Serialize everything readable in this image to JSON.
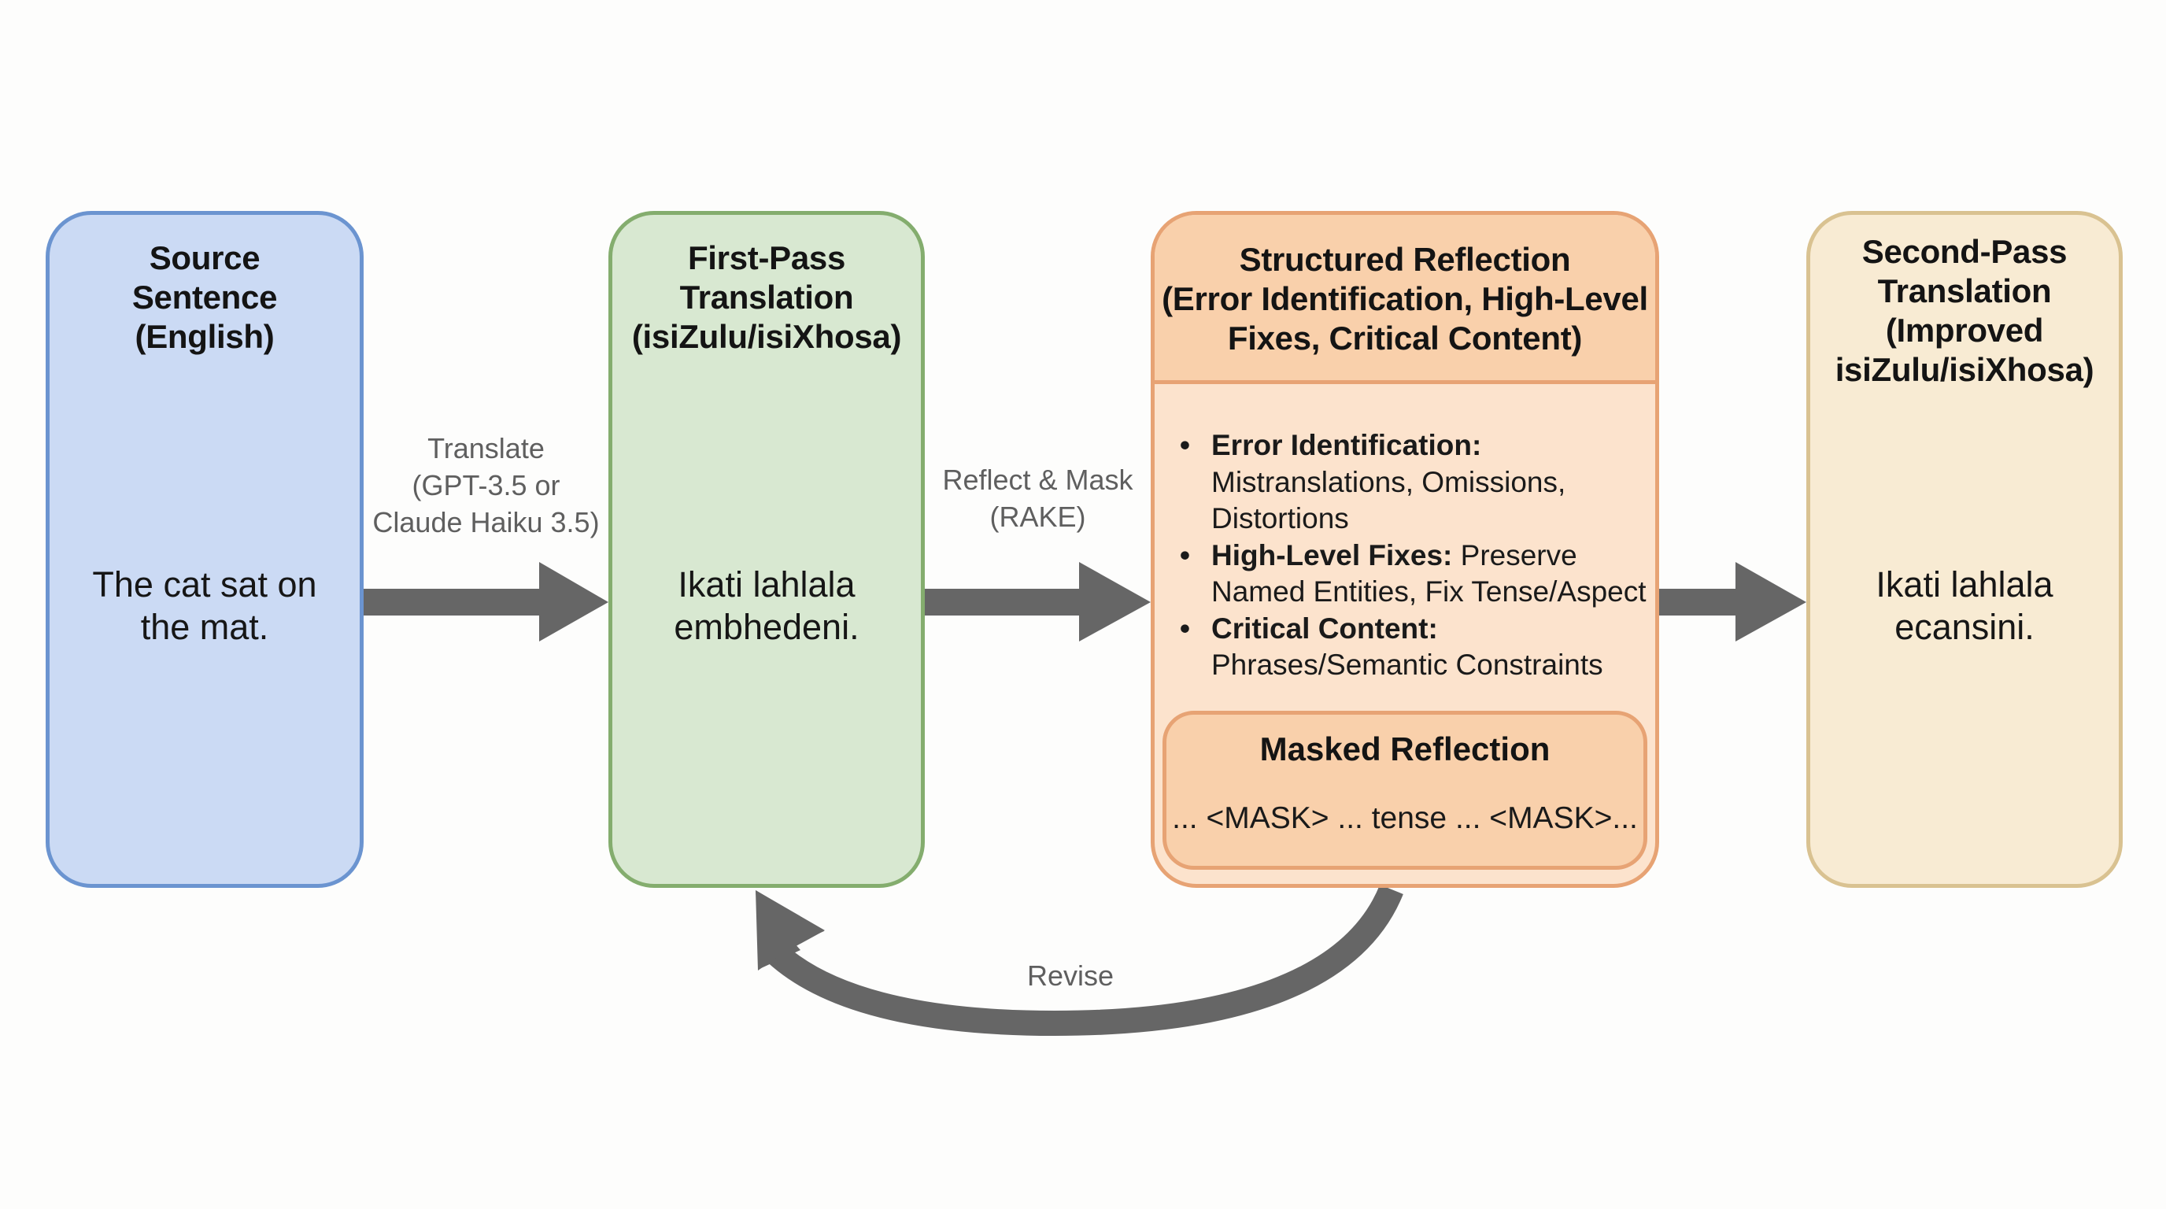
{
  "diagram": {
    "colors": {
      "source_fill": "#cbdaf4",
      "source_border": "#6b94d0",
      "first_pass_fill": "#d8e8d1",
      "first_pass_border": "#84ad6e",
      "reflection_fill": "#fce3cd",
      "reflection_header_fill": "#f9d0ab",
      "reflection_border": "#e7a374",
      "second_pass_fill": "#f8ebd3",
      "second_pass_border": "#d9c291",
      "arrow": "#666666",
      "label_text": "#5f5f5f"
    },
    "nodes": {
      "source": {
        "title_lines": [
          "Source",
          "Sentence",
          "(English)"
        ],
        "body_lines": [
          "The cat sat on",
          "the mat."
        ]
      },
      "first_pass": {
        "title_lines": [
          "First-Pass",
          "Translation",
          "(isiZulu/isiXhosa)"
        ],
        "body_lines": [
          "Ikati lahlala",
          "embhedeni."
        ]
      },
      "reflection": {
        "title_lines": [
          "Structured Reflection",
          "(Error Identification, High-Level",
          "Fixes, Critical Content)"
        ],
        "items": [
          {
            "label": "Error Identification:",
            "lines": [
              "Mistranslations, Omissions,",
              "Distortions"
            ],
            "inline": ""
          },
          {
            "label": "High-Level Fixes:",
            "inline": " Preserve",
            "lines": [
              "Named Entities, Fix Tense/Aspect"
            ]
          },
          {
            "label": "Critical Content:",
            "inline": "",
            "lines": [
              "Phrases/Semantic Constraints"
            ]
          }
        ],
        "bullet": "•",
        "masked": {
          "title": "Masked Reflection",
          "text": "... <MASK> ... tense ... <MASK>..."
        }
      },
      "second_pass": {
        "title_lines": [
          "Second-Pass",
          "Translation",
          "(Improved",
          "isiZulu/isiXhosa)"
        ],
        "body_lines": [
          "Ikati lahlala",
          "ecansini."
        ]
      }
    },
    "edges": {
      "translate": {
        "from": "source",
        "to": "first_pass",
        "label_lines": [
          "Translate",
          "(GPT-3.5 or",
          "Claude Haiku 3.5)"
        ]
      },
      "reflect": {
        "from": "first_pass",
        "to": "reflection",
        "label_lines": [
          "Reflect & Mask",
          "(RAKE)"
        ]
      },
      "to_second": {
        "from": "reflection",
        "to": "second_pass",
        "label_lines": []
      },
      "revise": {
        "from": "reflection",
        "to": "first_pass",
        "label": "Revise"
      }
    }
  }
}
